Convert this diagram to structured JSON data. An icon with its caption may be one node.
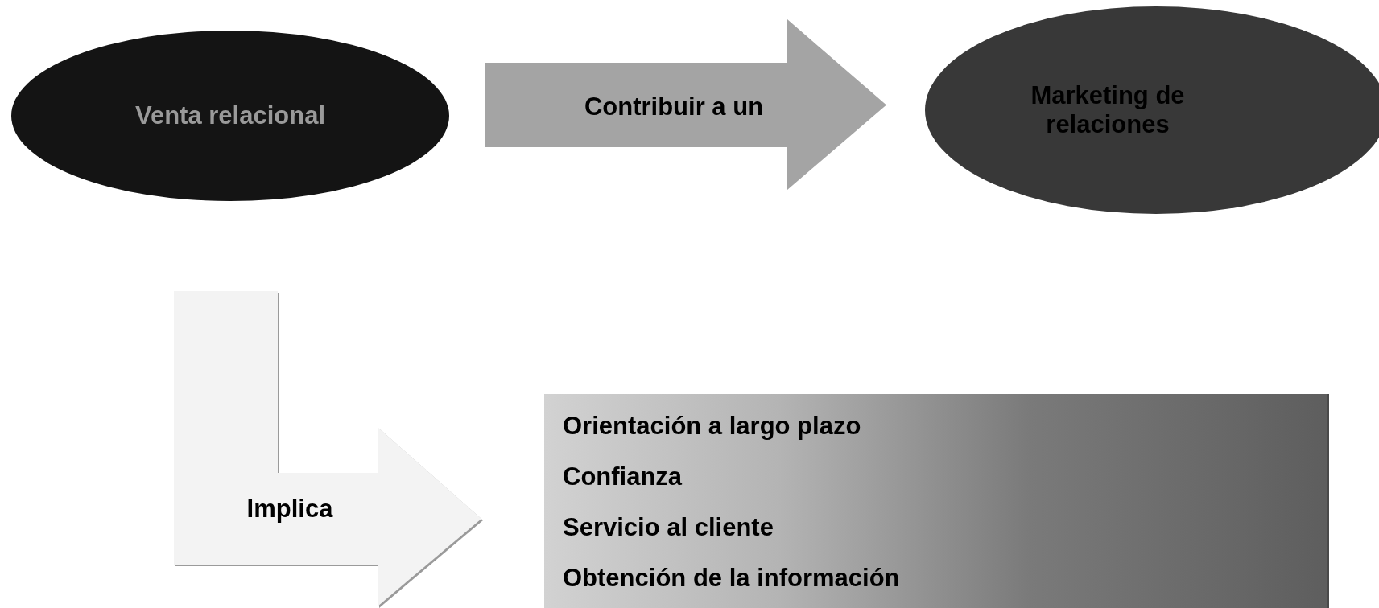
{
  "diagram": {
    "nodes": [
      {
        "text": [
          "Venta relacional"
        ]
      },
      {
        "text": [
          "Marketing de relaciones"
        ]
      },
      {
        "text": [
          "Orientación a largo plazo",
          "Confianza",
          "Servicio al cliente",
          "Obtención de la información"
        ]
      }
    ],
    "edges": [
      {
        "from": 0,
        "to": 1,
        "arrow": "to",
        "label": "Contribuir a un"
      },
      {
        "from": 0,
        "to": 2,
        "arrow": "to",
        "label": "Implica"
      }
    ]
  }
}
